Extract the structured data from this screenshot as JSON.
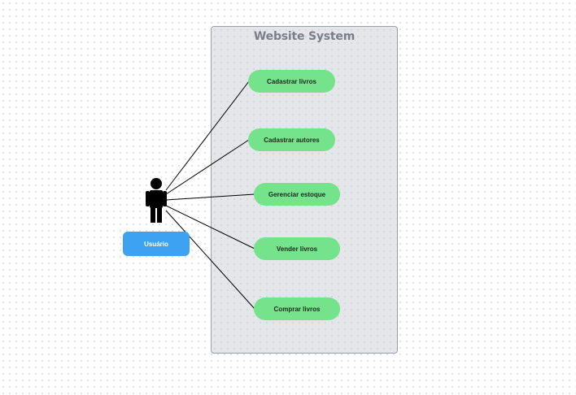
{
  "system": {
    "title": "Website System"
  },
  "actor": {
    "label": "Usuário",
    "icon": "person-icon"
  },
  "use_cases": [
    {
      "label": "Cadastrar livros"
    },
    {
      "label": "Cadastrar autores"
    },
    {
      "label": "Gerenciar estoque"
    },
    {
      "label": "Vender livros"
    },
    {
      "label": "Comprar livros"
    }
  ],
  "colors": {
    "use_case_fill": "#74e38b",
    "actor_label_fill": "#3ea2f2",
    "boundary_fill": "#e4e6ea",
    "line": "#000000"
  }
}
